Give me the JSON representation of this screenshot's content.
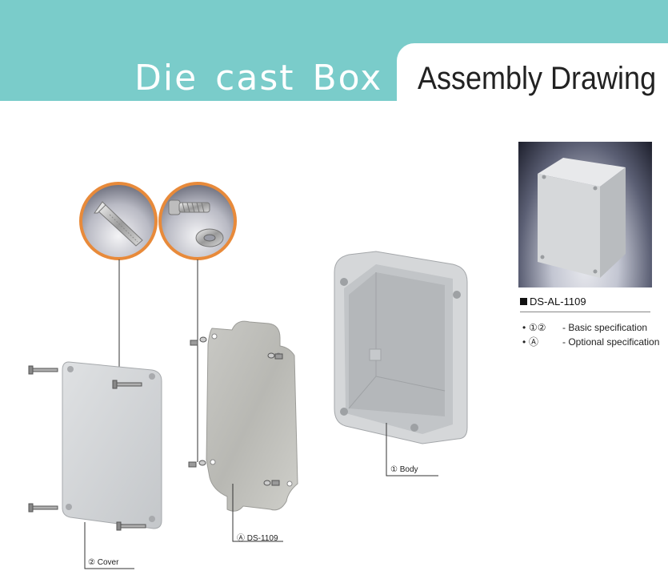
{
  "header": {
    "title": "Die cast Box",
    "subtitle": "Assembly Drawing"
  },
  "product": {
    "code": "DS-AL-1109",
    "specs": [
      {
        "bullet": "•",
        "marks": "①②",
        "text": "- Basic specification"
      },
      {
        "bullet": "•",
        "marks": "Ⓐ",
        "text": "- Optional specification"
      }
    ]
  },
  "callouts": {
    "body": "① Body",
    "plate": "Ⓐ DS-1109",
    "cover": "② Cover"
  },
  "colors": {
    "banner": "#7accca",
    "accent_ring": "#e88a3a"
  }
}
